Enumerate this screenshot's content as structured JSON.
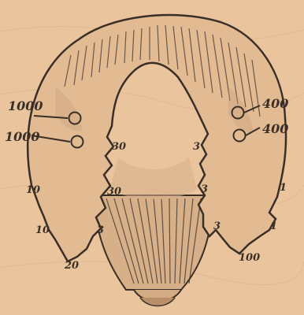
{
  "diagram": {
    "left_outer_labels": [
      "1000",
      "1000"
    ],
    "right_outer_labels": [
      "400",
      "400"
    ],
    "left_comb_labels": [
      "10",
      "10",
      "20"
    ],
    "left_inner_labels": [
      "30",
      "30",
      "3"
    ],
    "right_inner_labels": [
      "3",
      "3",
      "3"
    ],
    "right_comb_labels": [
      "1",
      "1",
      "100"
    ]
  },
  "colors": {
    "paper": "#e9c49c",
    "ink": "#3a2f27",
    "shade": "#c7a07a"
  }
}
